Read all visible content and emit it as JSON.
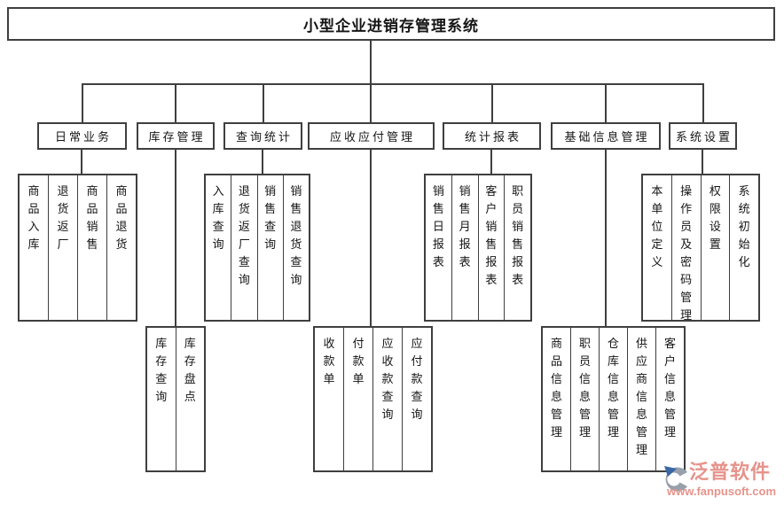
{
  "title": "小型企业进销存管理系统",
  "tree": {
    "branches": [
      {
        "label": "日常业务",
        "children": [
          "商品入库",
          "退货返厂",
          "商品销售",
          "商品退货"
        ]
      },
      {
        "label": "库存管理",
        "children": [
          "库存查询",
          "库存盘点"
        ]
      },
      {
        "label": "查询统计",
        "children": [
          "入库查询",
          "退货返厂查询",
          "销售查询",
          "销售退货查询"
        ]
      },
      {
        "label": "应收应付管理",
        "children": [
          "收款单",
          "付款单",
          "应收款查询",
          "应付款查询"
        ]
      },
      {
        "label": "统计报表",
        "children": [
          "销售日报表",
          "销售月报表",
          "客户销售报表",
          "职员销售报表"
        ]
      },
      {
        "label": "基础信息管理",
        "children": [
          "商品信息管理",
          "职员信息管理",
          "仓库信息管理",
          "供应商信息管理",
          "客户信息管理"
        ]
      },
      {
        "label": "系统设置",
        "children": [
          "本单位定义",
          "操作员及密码管理",
          "权限设置",
          "系统初始化"
        ]
      }
    ]
  },
  "watermark": {
    "brand": "泛普软件",
    "url": "www.fanpusoft.com"
  },
  "colors": {
    "line": "#3f3f3f",
    "text": "#151515",
    "background": "#ffffff",
    "accent": "#e6938b",
    "logo-gray": "#97a0ab",
    "logo-blue": "#3a67a5"
  }
}
